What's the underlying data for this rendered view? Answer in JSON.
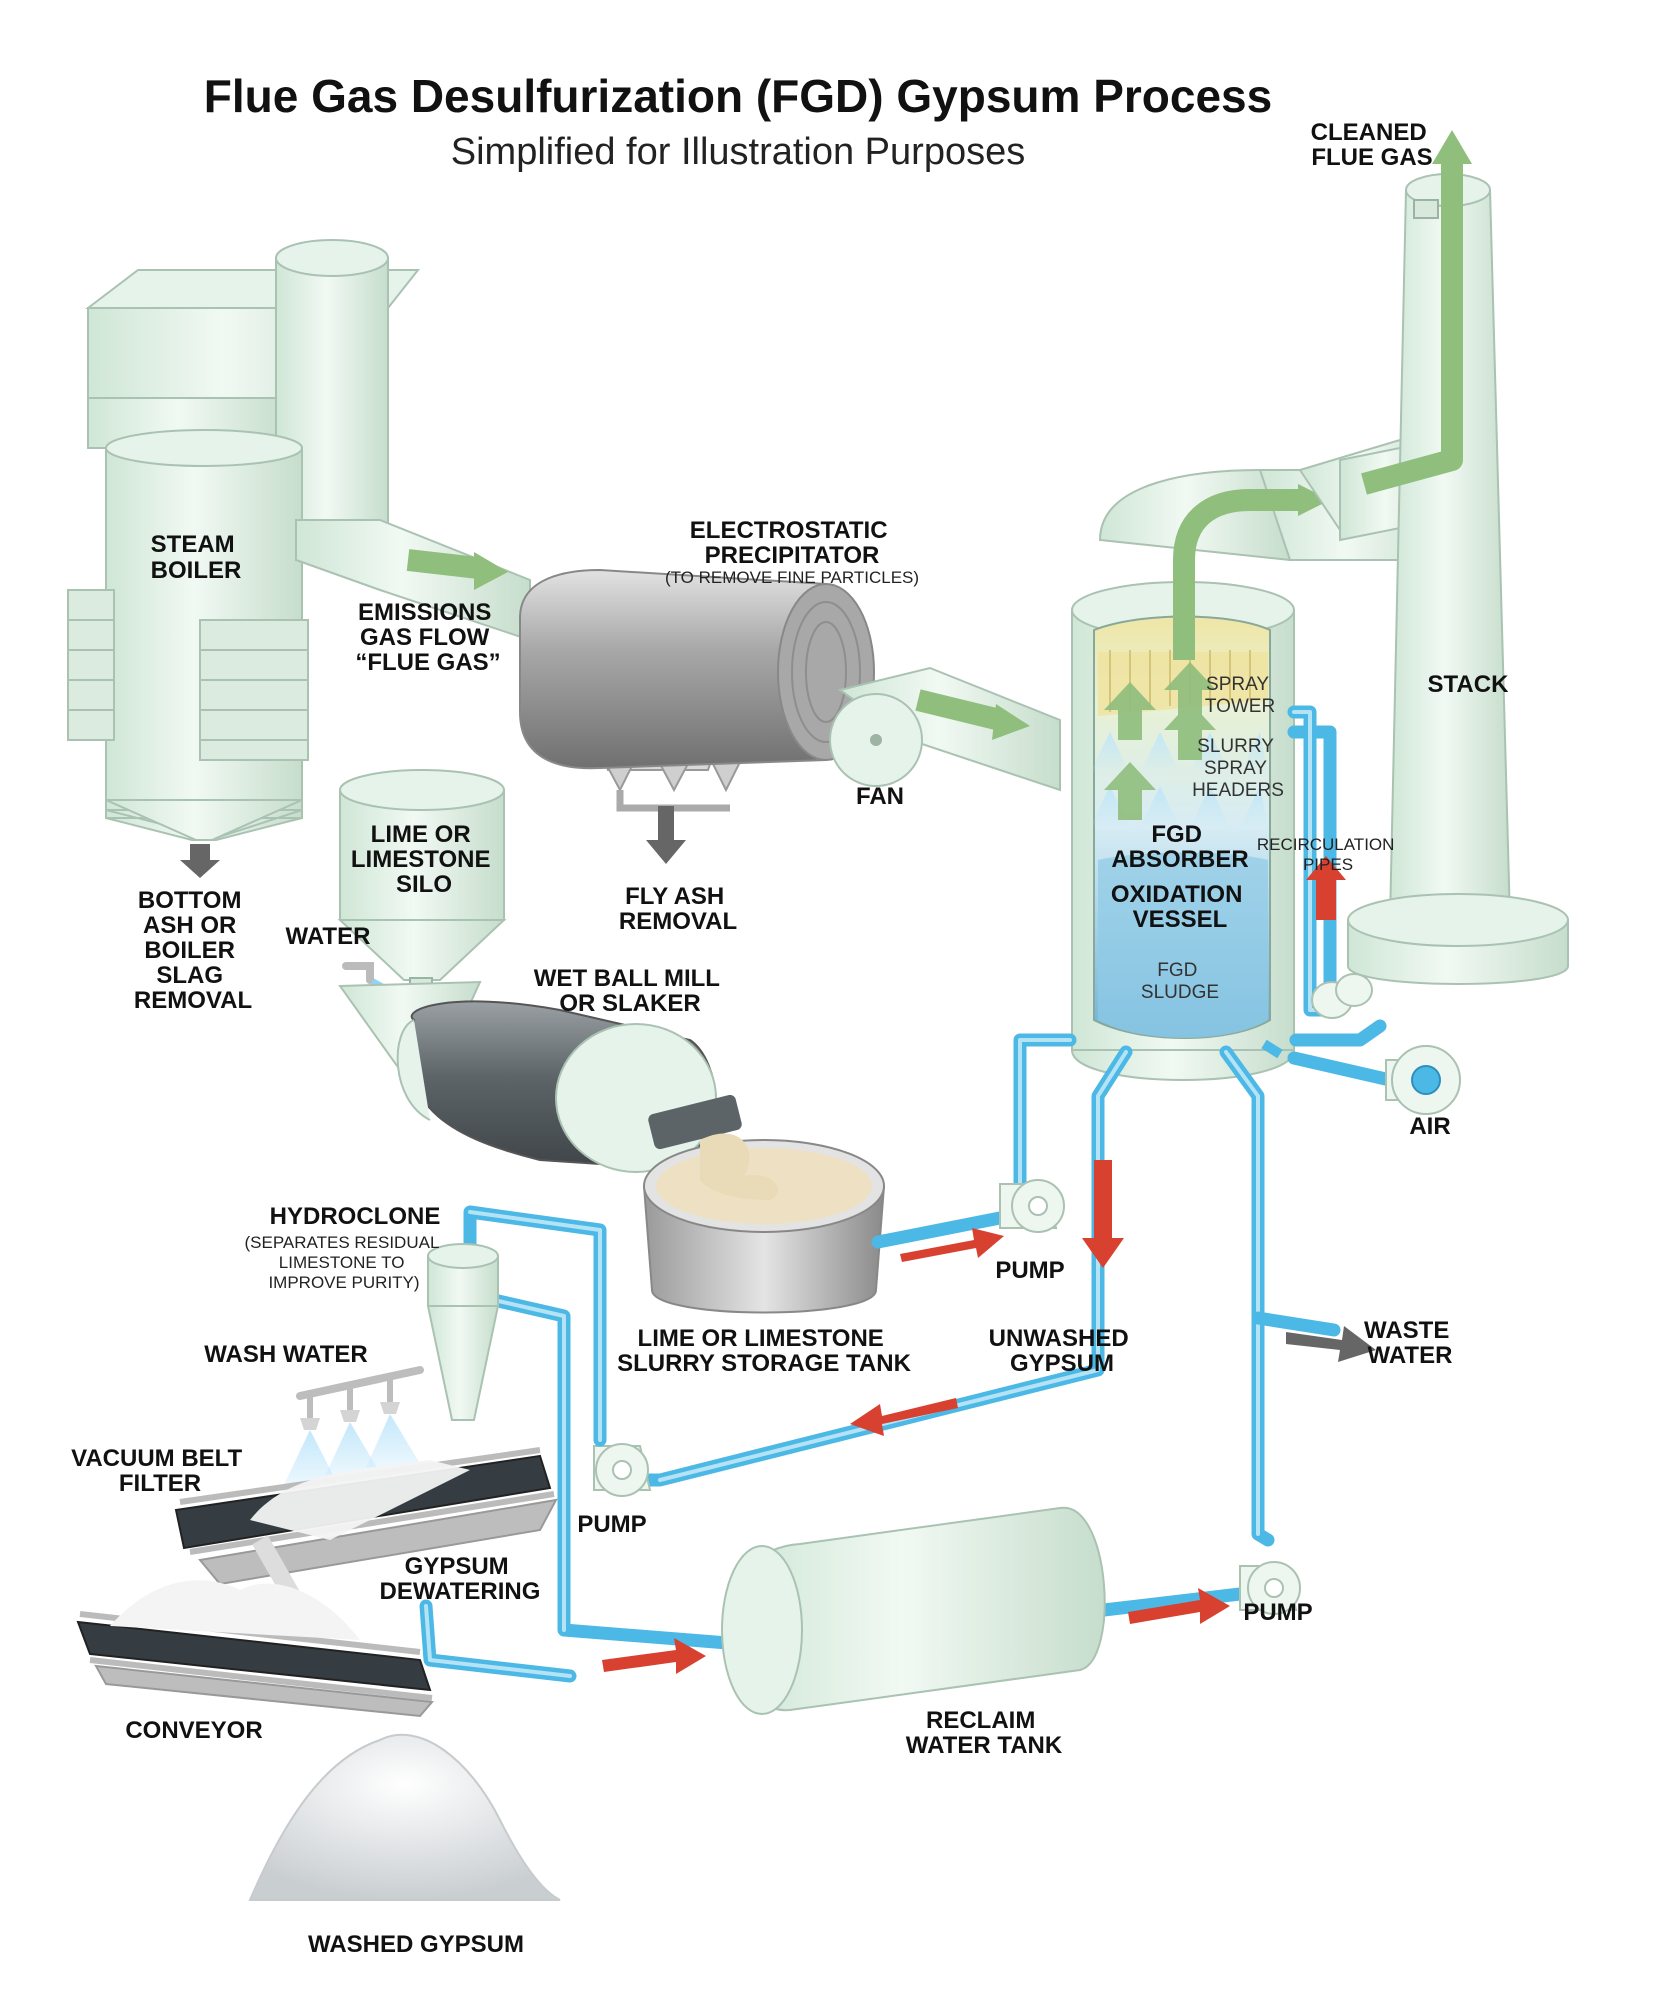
{
  "header": {
    "title": "Flue Gas Desulfurization (FGD) Gypsum Process",
    "subtitle": "Simplified for Illustration Purposes"
  },
  "labels": {
    "steam_boiler": [
      "STEAM",
      "BOILER"
    ],
    "bottom_ash": [
      "BOTTOM",
      "ASH OR",
      "BOILER",
      "SLAG",
      "REMOVAL"
    ],
    "emissions": [
      "EMISSIONS",
      "GAS FLOW",
      "“FLUE GAS”"
    ],
    "esp": [
      "ELECTROSTATIC",
      "PRECIPITATOR"
    ],
    "esp_note": "(TO REMOVE FINE PARTICLES)",
    "fly_ash": [
      "FLY ASH",
      "REMOVAL"
    ],
    "fan": "FAN",
    "silo": [
      "LIME OR",
      "LIMESTONE",
      "SILO"
    ],
    "water": "WATER",
    "ball_mill": [
      "WET BALL MILL",
      "OR SLAKER"
    ],
    "spray_tower": [
      "SPRAY",
      "TOWER"
    ],
    "slurry_headers": [
      "SLURRY",
      "SPRAY",
      "HEADERS"
    ],
    "fgd_absorber": [
      "FGD",
      "ABSORBER"
    ],
    "recirculation": [
      "RECIRCULATION",
      "PIPES"
    ],
    "oxidation": [
      "OXIDATION",
      "VESSEL"
    ],
    "fgd_sludge": [
      "FGD",
      "SLUDGE"
    ],
    "stack": "STACK",
    "cleaned_gas": [
      "CLEANED",
      "FLUE GAS"
    ],
    "air": "AIR",
    "pump": "PUMP",
    "hydroclone": "HYDROCLONE",
    "hydroclone_note": [
      "(SEPARATES RESIDUAL",
      "LIMESTONE TO",
      "IMPROVE PURITY)"
    ],
    "slurry_tank": [
      "LIME OR LIMESTONE",
      "SLURRY STORAGE TANK"
    ],
    "unwashed": [
      "UNWASHED",
      "GYPSUM"
    ],
    "waste_water": [
      "WASTE",
      "WATER"
    ],
    "wash_water": "WASH WATER",
    "vacuum_belt": [
      "VACUUM BELT",
      "FILTER"
    ],
    "gypsum_dewatering": [
      "GYPSUM",
      "DEWATERING"
    ],
    "conveyor": "CONVEYOR",
    "reclaim_tank": [
      "RECLAIM",
      "WATER TANK"
    ],
    "washed_gypsum": "WASHED GYPSUM"
  },
  "colors": {
    "equipment": "#e6f3ea",
    "gas_flow": "#8fbe7d",
    "water_pipe": "#4cb8e6",
    "flow_arrow": "#d8412f",
    "removal_arrow": "#666666"
  }
}
